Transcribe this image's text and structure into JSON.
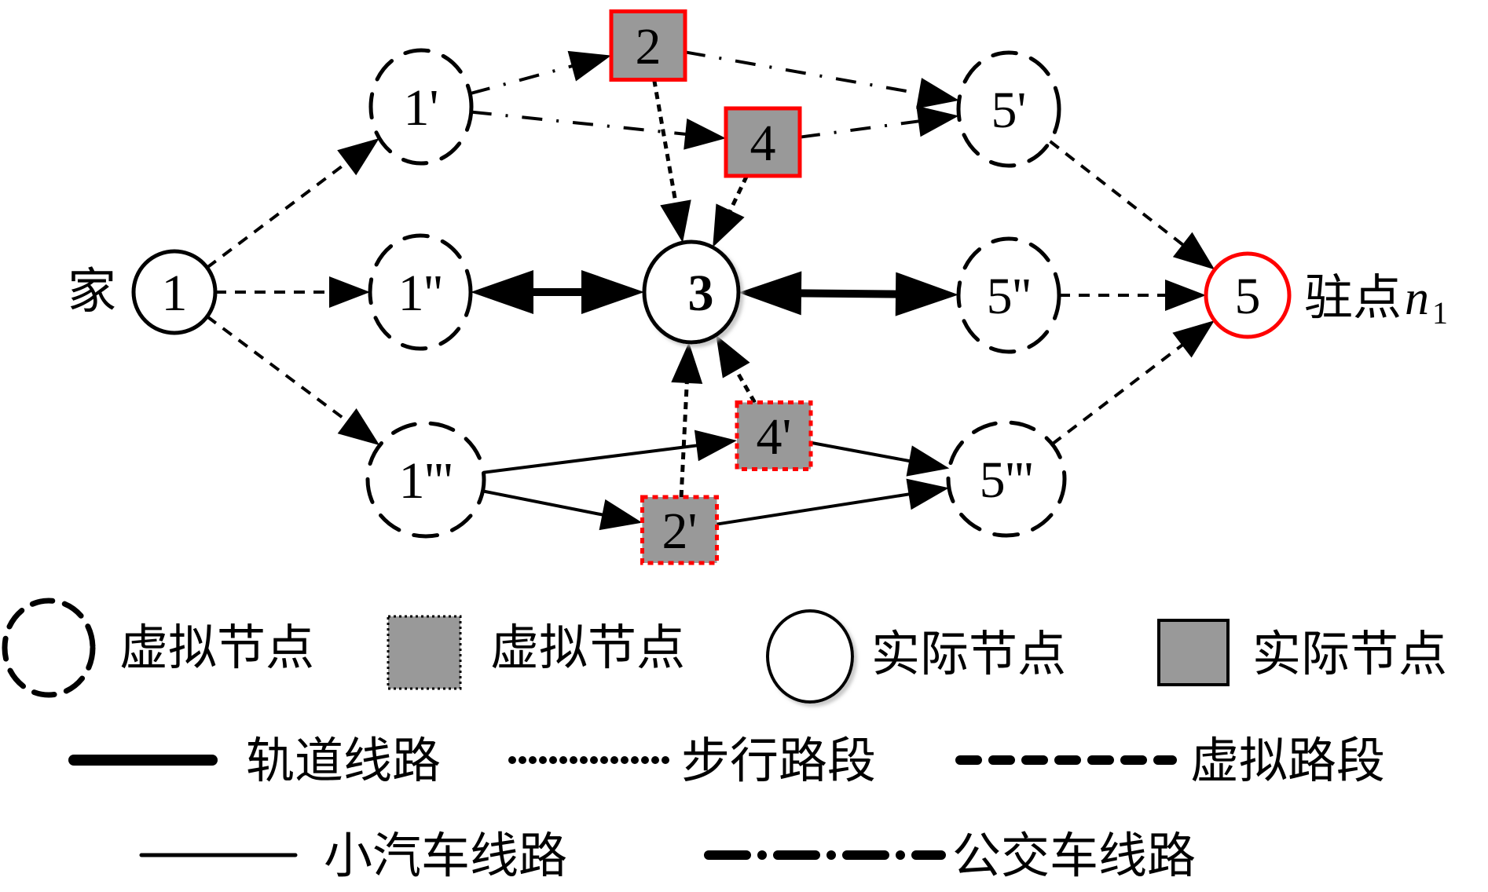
{
  "diagram": {
    "title": "",
    "colors": {
      "actual_node_border": "#ff0000",
      "node_fill_gray": "#999999",
      "line": "#000000",
      "background": "#ffffff"
    },
    "annotations": {
      "home_label": "家",
      "stop_label": "驻点",
      "stop_symbol": "n",
      "stop_subscript": "1"
    },
    "nodes": [
      {
        "id": "1",
        "label": "1",
        "kind": "actual-circle",
        "highlight": false
      },
      {
        "id": "1p",
        "label": "1'",
        "kind": "virtual-circle"
      },
      {
        "id": "1pp",
        "label": "1''",
        "kind": "virtual-circle"
      },
      {
        "id": "1ppp",
        "label": "1'''",
        "kind": "virtual-circle"
      },
      {
        "id": "2",
        "label": "2",
        "kind": "actual-square",
        "highlight": true
      },
      {
        "id": "4",
        "label": "4",
        "kind": "actual-square",
        "highlight": true
      },
      {
        "id": "3",
        "label": "3",
        "kind": "actual-circle",
        "highlight": false,
        "bold": true
      },
      {
        "id": "4p",
        "label": "4'",
        "kind": "virtual-square",
        "highlight": true
      },
      {
        "id": "2p",
        "label": "2'",
        "kind": "virtual-square",
        "highlight": true
      },
      {
        "id": "5p",
        "label": "5'",
        "kind": "virtual-circle"
      },
      {
        "id": "5pp",
        "label": "5''",
        "kind": "virtual-circle"
      },
      {
        "id": "5ppp",
        "label": "5'''",
        "kind": "virtual-circle"
      },
      {
        "id": "5",
        "label": "5",
        "kind": "actual-circle",
        "highlight": true
      }
    ],
    "edges": [
      {
        "from": "1",
        "to": "1p",
        "type": "virtual"
      },
      {
        "from": "1",
        "to": "1pp",
        "type": "virtual"
      },
      {
        "from": "1",
        "to": "1ppp",
        "type": "virtual"
      },
      {
        "from": "1p",
        "to": "2",
        "type": "bus"
      },
      {
        "from": "1p",
        "to": "4",
        "type": "bus"
      },
      {
        "from": "2",
        "to": "5p",
        "type": "bus"
      },
      {
        "from": "4",
        "to": "5p",
        "type": "bus"
      },
      {
        "from": "2",
        "to": "3",
        "type": "walk"
      },
      {
        "from": "4",
        "to": "3",
        "type": "walk"
      },
      {
        "from": "1pp",
        "to": "3",
        "type": "rail",
        "bidirectional": true
      },
      {
        "from": "3",
        "to": "5pp",
        "type": "rail",
        "bidirectional": true
      },
      {
        "from": "1ppp",
        "to": "4p",
        "type": "car"
      },
      {
        "from": "1ppp",
        "to": "2p",
        "type": "car"
      },
      {
        "from": "4p",
        "to": "5ppp",
        "type": "car"
      },
      {
        "from": "2p",
        "to": "5ppp",
        "type": "car"
      },
      {
        "from": "2p",
        "to": "3",
        "type": "walk"
      },
      {
        "from": "4p",
        "to": "3",
        "type": "walk"
      },
      {
        "from": "5p",
        "to": "5",
        "type": "virtual"
      },
      {
        "from": "5pp",
        "to": "5",
        "type": "virtual"
      },
      {
        "from": "5ppp",
        "to": "5",
        "type": "virtual"
      }
    ]
  },
  "legend": {
    "nodes": [
      {
        "symbol": "dashed-circle",
        "label": "虚拟节点"
      },
      {
        "symbol": "dotted-gray-square",
        "label": "虚拟节点"
      },
      {
        "symbol": "solid-circle",
        "label": "实际节点"
      },
      {
        "symbol": "solid-gray-square",
        "label": "实际节点"
      }
    ],
    "lines": [
      {
        "style": "thick-solid",
        "label": "轨道线路"
      },
      {
        "style": "dotted",
        "label": "步行路段"
      },
      {
        "style": "dashed",
        "label": "虚拟路段"
      },
      {
        "style": "thin-solid",
        "label": "小汽车线路"
      },
      {
        "style": "dash-dot",
        "label": "公交车线路"
      }
    ]
  }
}
